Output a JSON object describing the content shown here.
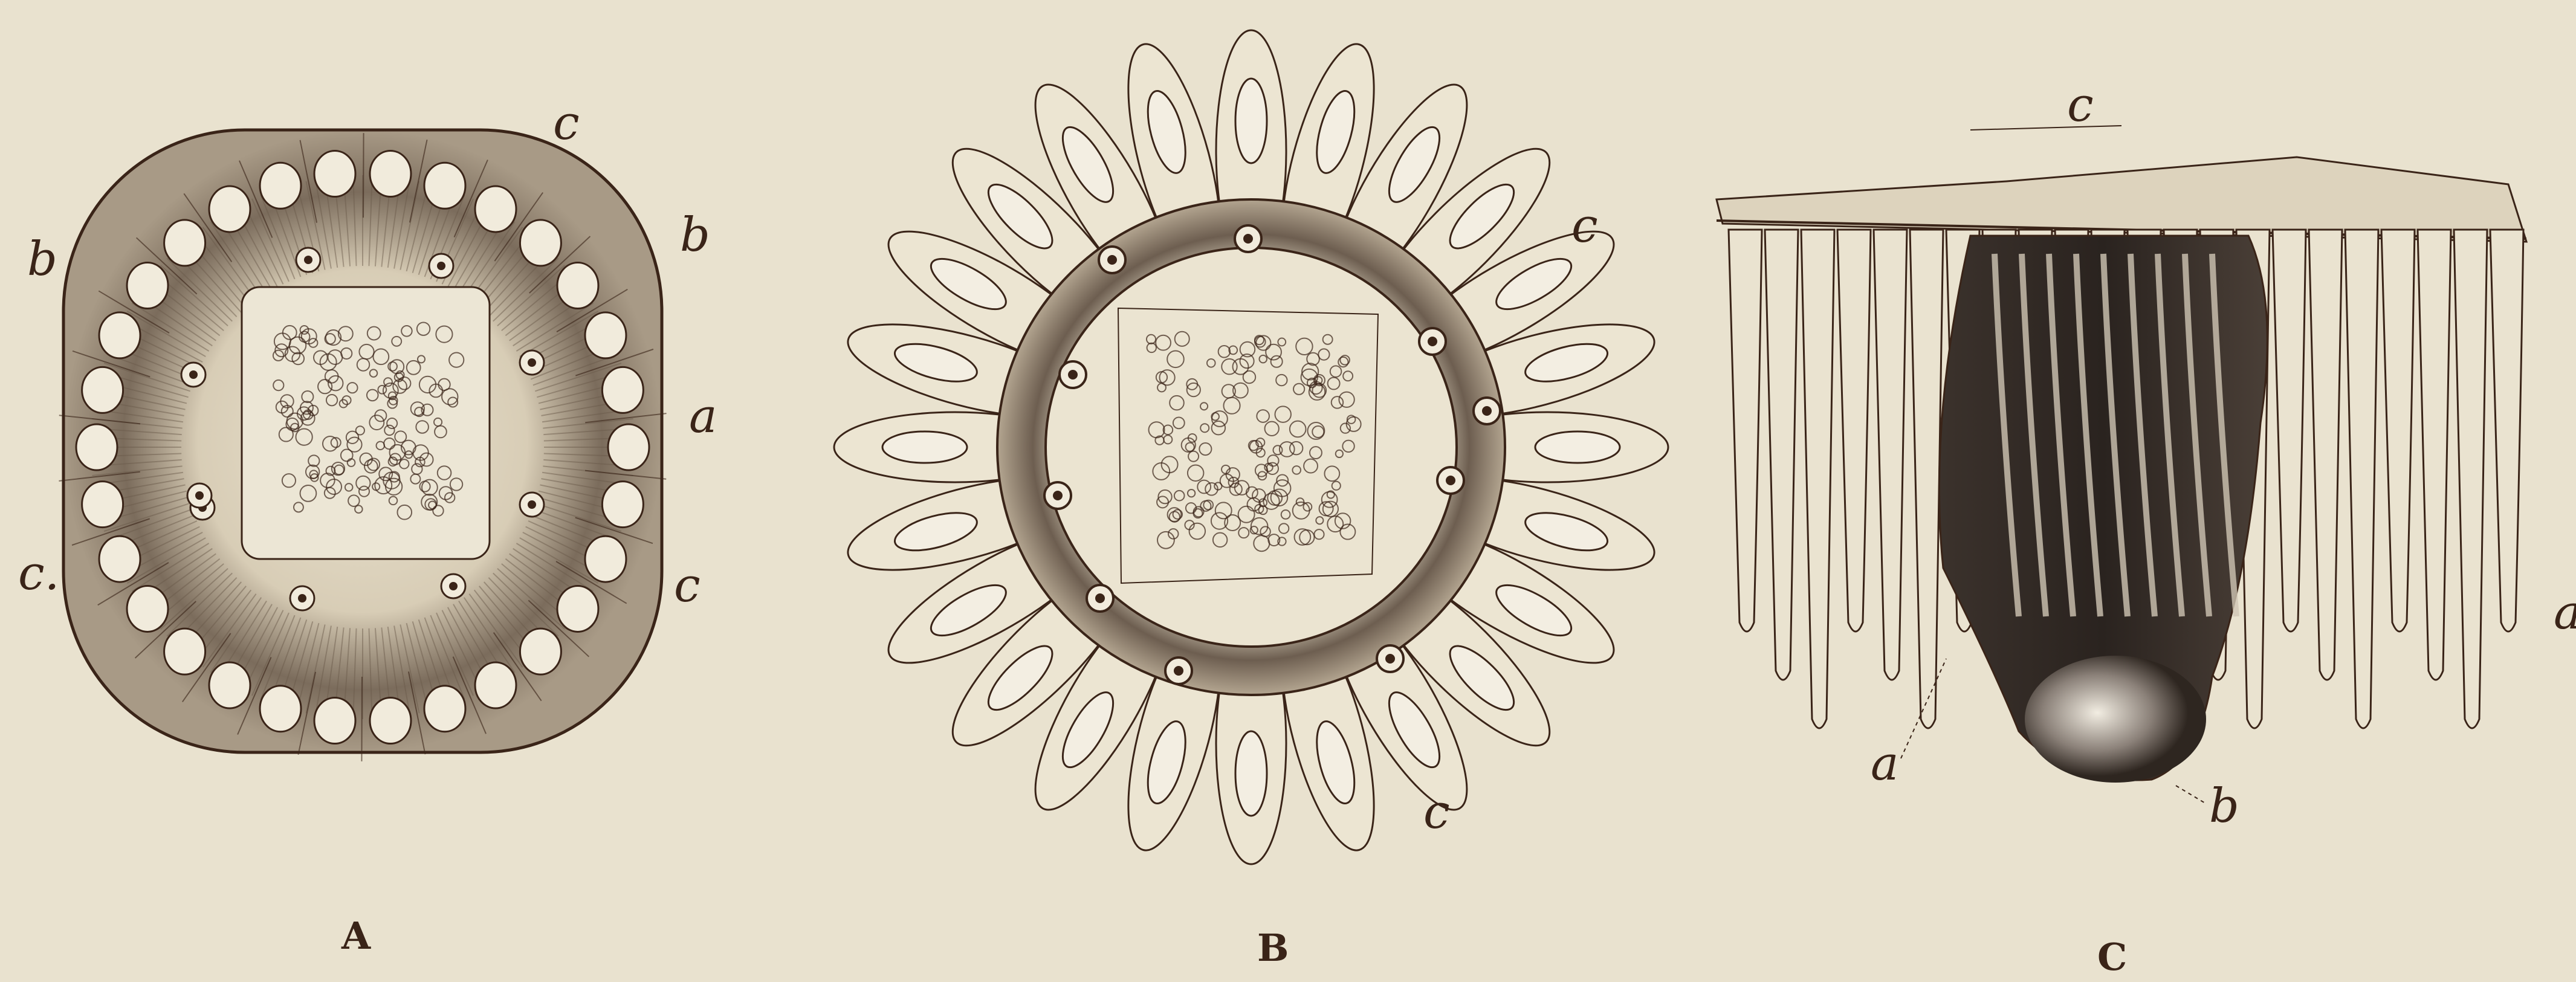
{
  "palette": {
    "paper": "#e9e2cf",
    "ink": "#3a2418",
    "shade": "#6a5a4a",
    "dark": "#2e2620"
  },
  "figures": [
    {
      "caption": "A",
      "labels": {
        "a": "a",
        "b_left": "b",
        "b_right": "b",
        "c_top": "c",
        "c_left": "c.",
        "c_right": "c"
      }
    },
    {
      "caption": "B",
      "labels": {
        "c_top": "c",
        "c_bottom": "c"
      }
    },
    {
      "caption": "C",
      "labels": {
        "c_top": "c",
        "a_bottom": "a",
        "b_bottom": "b",
        "a_right": "a"
      }
    }
  ]
}
